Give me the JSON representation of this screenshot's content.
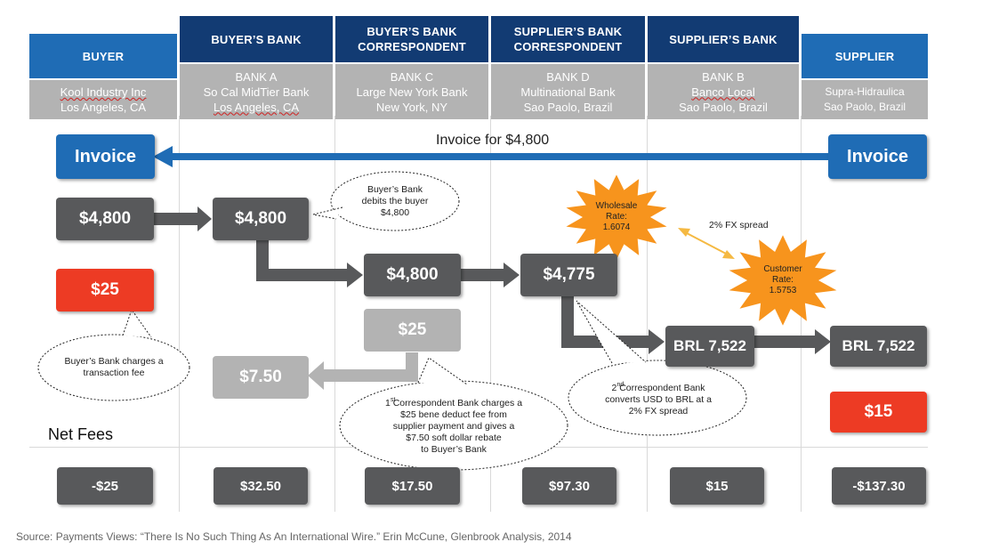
{
  "columns": [
    {
      "header": "BUYER",
      "bank": "",
      "name": "Kool Industry Inc",
      "location": "Los Angeles, CA"
    },
    {
      "header": "BUYER’S BANK",
      "bank": "BANK A",
      "name": "So Cal MidTier Bank",
      "location": "Los Angeles, CA"
    },
    {
      "header_line1": "BUYER’S BANK",
      "header_line2": "CORRESPONDENT",
      "bank": "BANK C",
      "name": "Large New York Bank",
      "location": "New York, NY"
    },
    {
      "header_line1": "SUPPLIER’S BANK",
      "header_line2": "CORRESPONDENT",
      "bank": "BANK  D",
      "name": "Multinational Bank",
      "location": "Sao Paolo, Brazil"
    },
    {
      "header": "SUPPLIER’S BANK",
      "bank": "BANK B",
      "name": "Banco Local",
      "location": "Sao Paolo, Brazil"
    },
    {
      "header": "SUPPLIER",
      "bank": "",
      "name": "Supra-Hidraulica",
      "location": "Sao Paolo, Brazil"
    }
  ],
  "invoice": {
    "left_label": "Invoice",
    "right_label": "Invoice",
    "arrow_label": "Invoice for $4,800"
  },
  "flow": {
    "buyer_amount": "$4,800",
    "bank_a_amount": "$4,800",
    "bank_c_amount": "$4,800",
    "bank_d_amount": "$4,775",
    "bank_b_amount": "BRL 7,522",
    "supplier_amount": "BRL 7,522",
    "buyer_fee": "$25",
    "bene_fee": "$25",
    "rebate": "$7.50",
    "supplier_fee": "$15"
  },
  "callouts": {
    "debit_line1": "Buyer’s Bank",
    "debit_line2": "debits the buyer",
    "debit_line3": "$4,800",
    "txn_line1": "Buyer’s Bank charges a",
    "txn_line2": "transaction fee",
    "corr1_sup": "st",
    "corr1_line1": "1   Correspondent Bank charges a",
    "corr1_line2": "$25 bene deduct fee from",
    "corr1_line3": "supplier payment and gives a",
    "corr1_line4": "$7.50 soft dollar rebate",
    "corr1_line5": "to Buyer’s Bank",
    "corr2_sup": "nd",
    "corr2_line1": "2   Correspondent Bank",
    "corr2_line2": "converts USD to BRL at a",
    "corr2_line3": "2% FX spread"
  },
  "fx": {
    "wholesale_line1": "Wholesale",
    "wholesale_line2": "Rate:",
    "wholesale_value": "1.6074",
    "customer_line1": "Customer",
    "customer_line2": "Rate:",
    "customer_value": "1.5753",
    "spread_label": "2% FX spread"
  },
  "net_fees": {
    "label": "Net Fees",
    "values": [
      "-$25",
      "$32.50",
      "$17.50",
      "$97.30",
      "$15",
      "-$137.30"
    ]
  },
  "colors": {
    "header_light": "#1f6cb5",
    "header_dark": "#123b73",
    "sub_header": "#b3b3b3",
    "invoice_blue": "#1f6cb5",
    "amount_dark": "#58595b",
    "amount_light": "#b3b3b3",
    "fee_red": "#ed3b24",
    "star_orange": "#f7941d"
  },
  "source": "Source: Payments Views: “There Is No Such Thing As An International Wire.” Erin McCune, Glenbrook Analysis, 2014"
}
